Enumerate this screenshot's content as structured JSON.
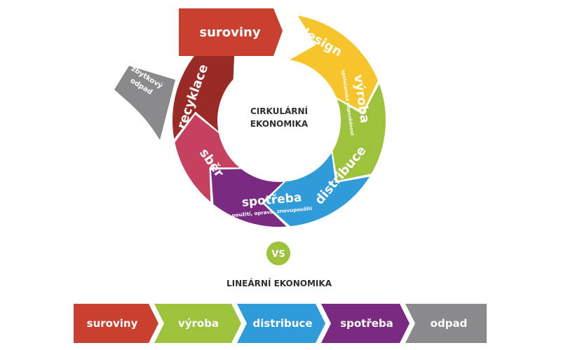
{
  "circular": {
    "title_line1": "CIRKULÁRNÍ",
    "title_line2": "EKONOMIKA",
    "raw_materials": "suroviny",
    "design": "design",
    "production": "výroba",
    "production_sub": "společenská odpovědnost",
    "distribution": "distribuce",
    "consumption": "spotřeba",
    "consumption_sub": "použití, oprava, znovupoužití",
    "collection": "sběr",
    "recycling": "recyklace",
    "residual_waste_line1": "zbytkový",
    "residual_waste_line2": "odpad"
  },
  "versus": "VS",
  "linear": {
    "title": "LINEÁRNÍ EKONOMIKA",
    "steps": [
      "suroviny",
      "výroba",
      "distribuce",
      "spotřeba",
      "odpad"
    ]
  },
  "colors": {
    "raw_materials": "#c9402f",
    "design": "#f6c42b",
    "production": "#9dc23c",
    "distribution": "#2f9bd9",
    "consumption": "#7a2a80",
    "collection": "#c5415f",
    "recycling": "#992a25",
    "waste": "#8a8a8c",
    "versus": "#9dc23c"
  }
}
